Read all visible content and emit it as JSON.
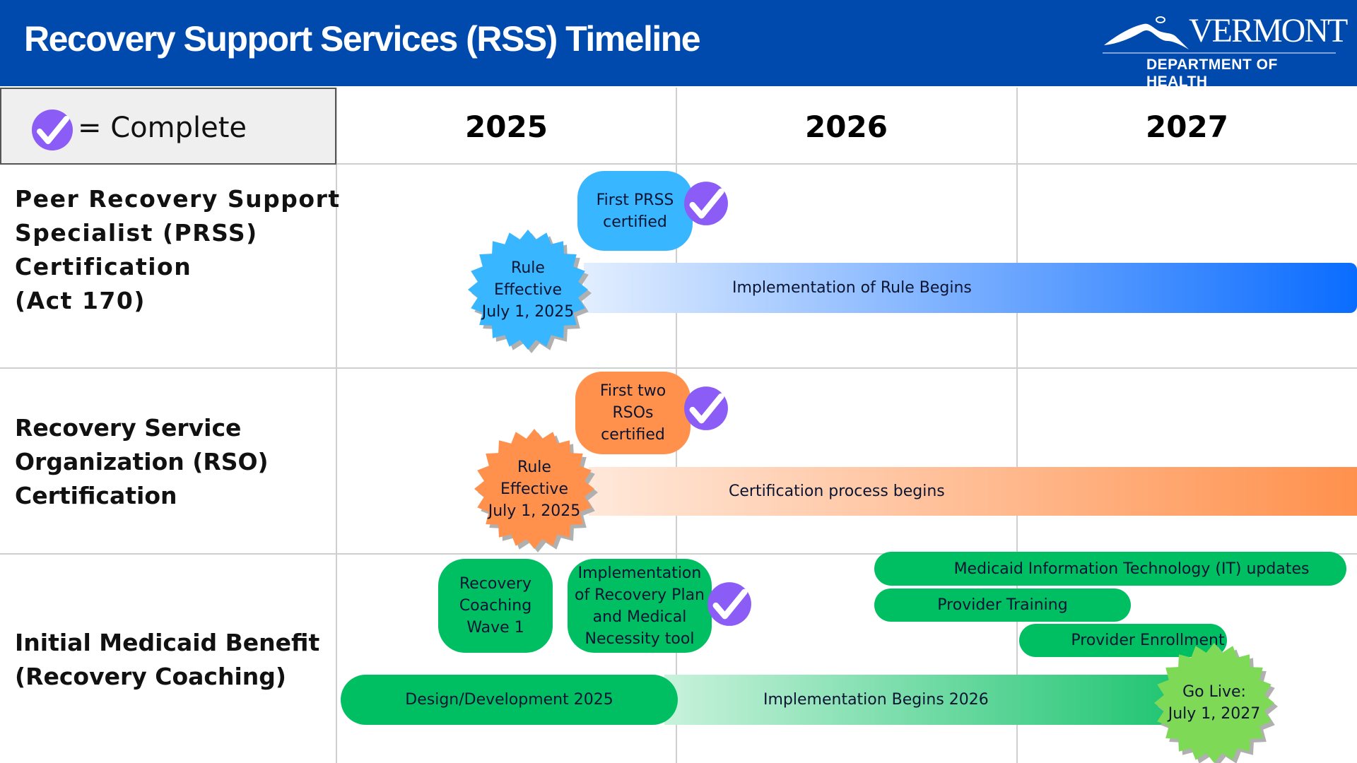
{
  "header": {
    "title": "Recovery Support Services (RSS) Timeline",
    "background": "#004aad",
    "logo": {
      "state": "VERMONT",
      "department": "DEPARTMENT OF HEALTH"
    }
  },
  "legend": {
    "icon": "check-circle-icon",
    "label": "= Complete",
    "color": "#8b5cf6"
  },
  "years": [
    "2025",
    "2026",
    "2027"
  ],
  "rows": [
    {
      "label_lines": [
        "Peer Recovery Support",
        "Specialist (PRSS)",
        "Certification",
        "(Act 170)"
      ],
      "color": "#38b6ff",
      "milestone_bubble": {
        "lines": [
          "First PRSS",
          "certified"
        ],
        "complete": true
      },
      "starburst": {
        "lines": [
          "Rule",
          "Effective",
          "July 1, 2025"
        ]
      },
      "bar": {
        "label": "Implementation of Rule Begins",
        "gradient_from": "#e2eeff",
        "gradient_to": "#0a6cff"
      }
    },
    {
      "label_lines": [
        "Recovery Service",
        "Organization (RSO)",
        "Certification"
      ],
      "color": "#ff914d",
      "milestone_bubble": {
        "lines": [
          "First two",
          "RSOs",
          "certified"
        ],
        "complete": true
      },
      "starburst": {
        "lines": [
          "Rule",
          "Effective",
          "July 1, 2025"
        ]
      },
      "bar": {
        "label": "Certification process begins",
        "gradient_from": "#ffe8da",
        "gradient_to": "#ff914d"
      }
    },
    {
      "label_lines": [
        "Initial Medicaid Benefit",
        "(Recovery Coaching)"
      ],
      "color": "#00bf63",
      "bubbles": [
        {
          "lines": [
            "Recovery",
            "Coaching",
            "Wave 1"
          ],
          "complete": false
        },
        {
          "lines": [
            "Implementation",
            "of Recovery Plan",
            "and Medical",
            "Necessity tool"
          ],
          "complete": true
        }
      ],
      "pills": [
        {
          "label": "Medicaid Information Technology (IT) updates"
        },
        {
          "label": "Provider Training"
        },
        {
          "label": "Provider Enrollment"
        }
      ],
      "design_bar": {
        "label": "Design/Development 2025"
      },
      "impl_bar": {
        "label": "Implementation Begins 2026",
        "gradient_from": "#c8f2dc",
        "gradient_to": "#1cc46f"
      },
      "starburst": {
        "lines": [
          "Go Live:",
          "July 1, 2027"
        ],
        "color": "#7ed957"
      }
    }
  ]
}
